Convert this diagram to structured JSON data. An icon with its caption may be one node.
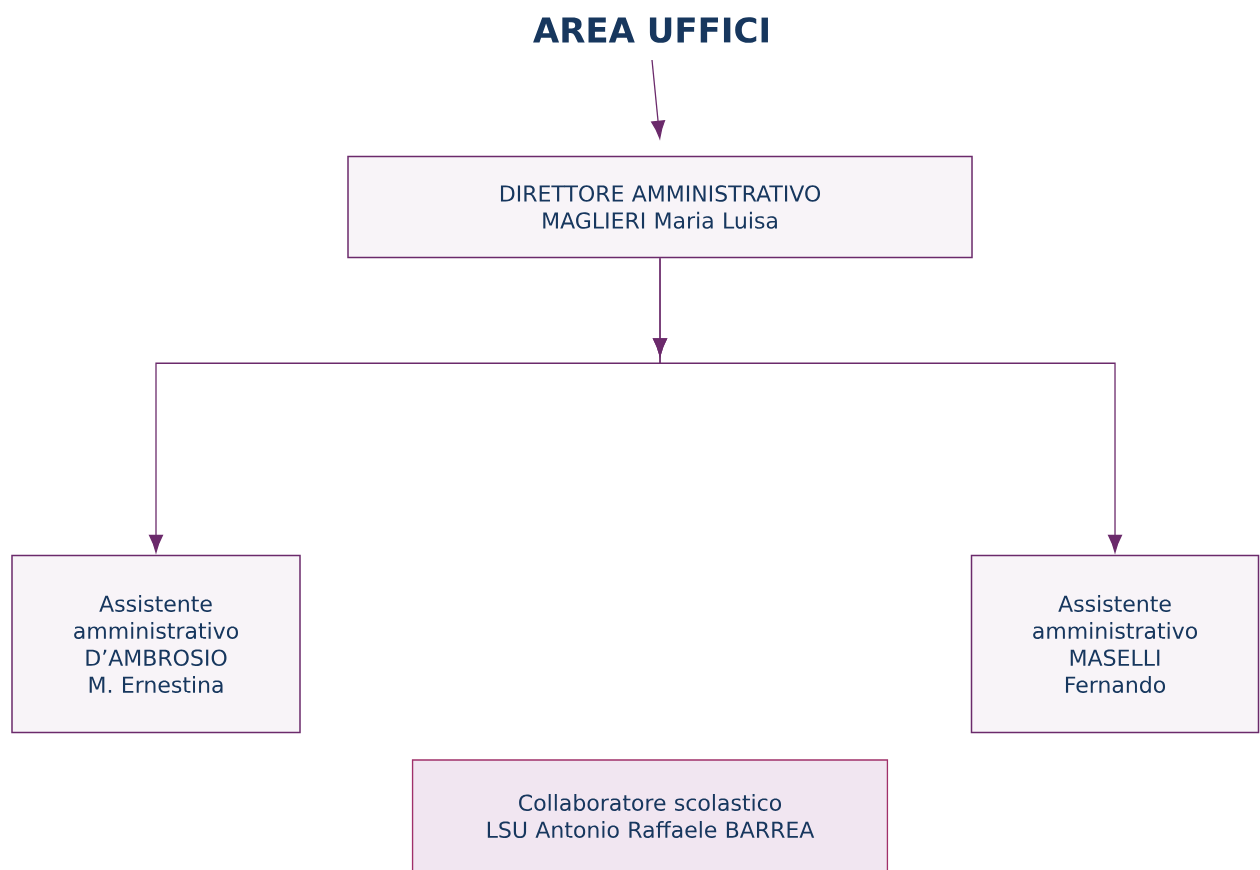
{
  "diagram": {
    "nodes": [
      {
        "text": [
          "AREA UFFICI"
        ]
      },
      {
        "text": [
          "DIRETTORE AMMINISTRATIVO",
          "MAGLIERI Maria Luisa"
        ]
      },
      {
        "text": [
          "Assistente amministrativo",
          "D’AMBROSIO M. Ernestina"
        ]
      },
      {
        "text": [
          "Assistente amministrativo",
          "MASELLI Fernando"
        ]
      },
      {
        "text": [
          "Collaboratore scolastico",
          "LSU Antonio Raffaele BARREA"
        ]
      }
    ],
    "edges": [
      {
        "from": 0,
        "to": 1,
        "arrow": "to"
      },
      {
        "from": 1,
        "to": 2,
        "arrow": "to"
      },
      {
        "from": 1,
        "to": 3,
        "arrow": "to"
      }
    ]
  }
}
